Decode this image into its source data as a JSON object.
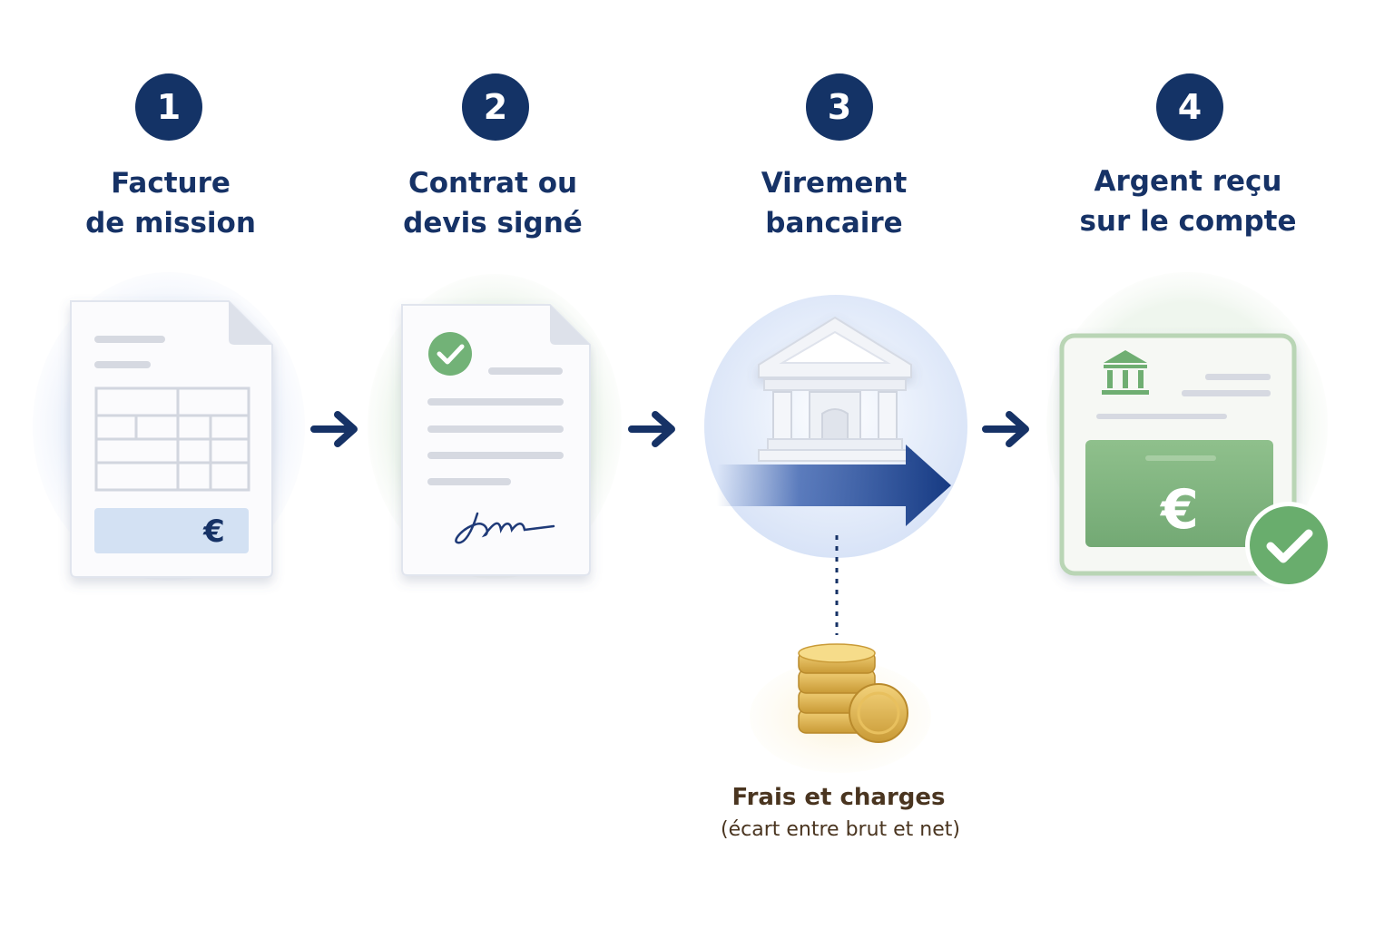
{
  "steps": [
    {
      "number": "1",
      "title_line1": "Facture",
      "title_line2": "de mission"
    },
    {
      "number": "2",
      "title_line1": "Contrat ou",
      "title_line2": "devis signé"
    },
    {
      "number": "3",
      "title_line1": "Virement",
      "title_line2": "bancaire"
    },
    {
      "number": "4",
      "title_line1": "Argent reçu",
      "title_line2": "sur le compte"
    }
  ],
  "invoice": {
    "currency_symbol": "€"
  },
  "account": {
    "currency_symbol": "€"
  },
  "fees": {
    "title": "Frais et charges",
    "subtitle": "(écart entre brut et net)"
  },
  "colors": {
    "navy": "#143366",
    "green": "#6fae72",
    "gold": "#e0b44a",
    "brown_text": "#4a3520"
  },
  "icons": [
    "invoice-document-icon",
    "signed-contract-icon",
    "bank-transfer-icon",
    "coins-icon",
    "bank-account-card-icon",
    "check-icon",
    "arrow-right-icon"
  ]
}
